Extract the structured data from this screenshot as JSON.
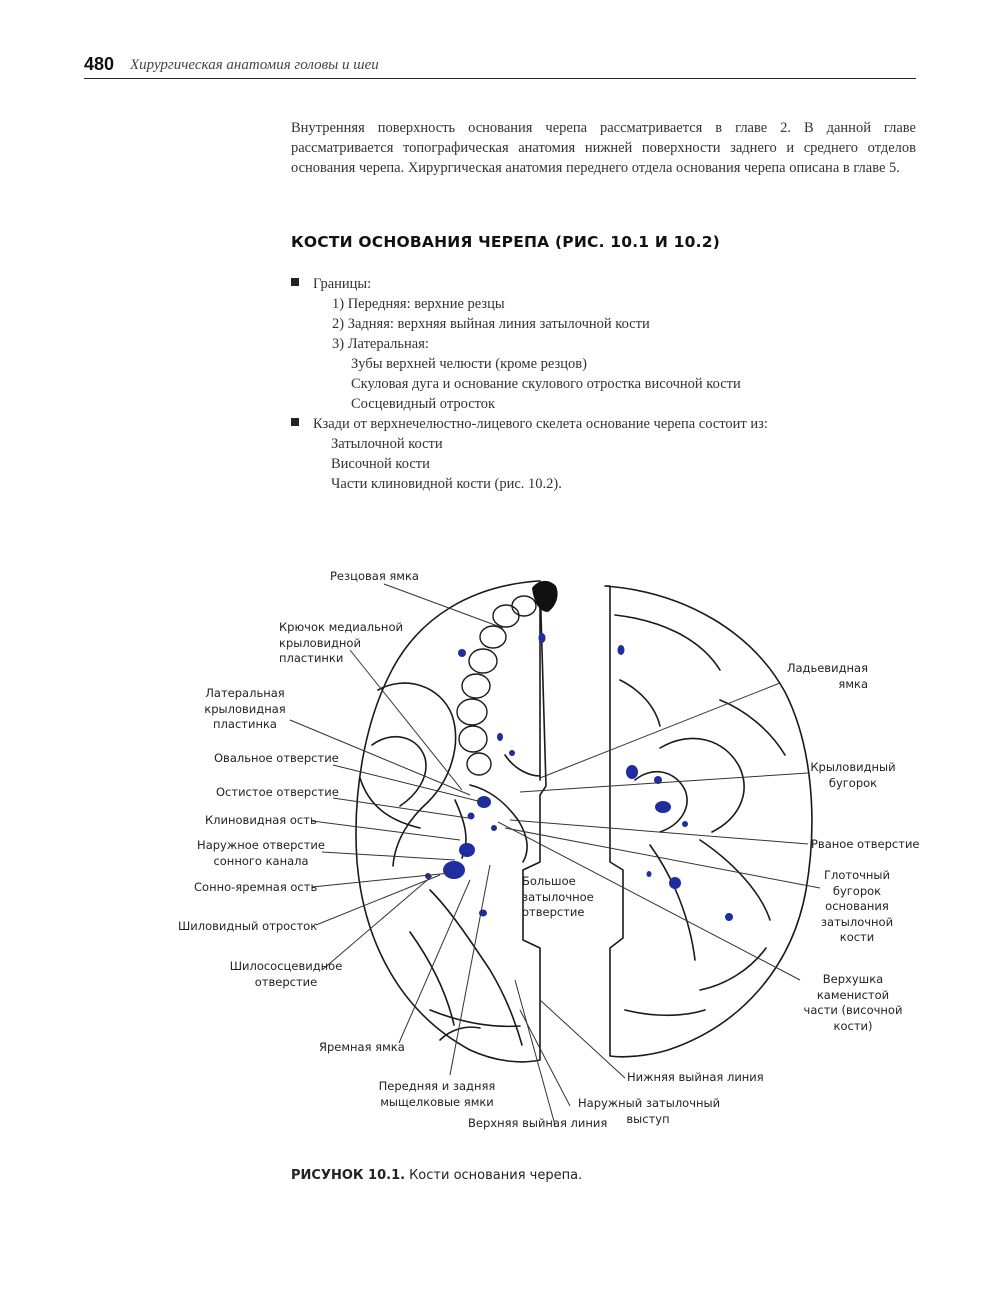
{
  "header": {
    "page_number": "480",
    "running_title": "Хирургическая анатомия головы и шеи"
  },
  "intro": {
    "text": "Внутренняя поверхность основания черепа рассматривается в главе 2. В данной главе рассматривается топографическая анатомия нижней поверхности заднего и среднего отделов основания черепа. Хирургическая анатомия переднего отдела основания черепа описана в главе 5."
  },
  "section": {
    "heading": "КОСТИ ОСНОВАНИЯ ЧЕРЕПА (РИС. 10.1 И 10.2)"
  },
  "list": {
    "boundaries_label": "Границы:",
    "boundaries": [
      "1) Передняя: верхние резцы",
      "2) Задняя: верхняя выйная линия затылочной кости",
      "3) Латеральная:"
    ],
    "lateral_items": [
      "Зубы верхней челюсти (кроме резцов)",
      "Скуловая дуга и основание скулового отростка височной кости",
      "Сосцевидный отросток"
    ],
    "composition_label": "Кзади от верхнечелюстно-лицевого скелета основание черепа состоит из:",
    "composition_items": [
      "Затылочной кости",
      "Височной кости",
      "Части клиновидной кости (рис. 10.2)."
    ]
  },
  "figure": {
    "highlight_color": "#1f2e9e",
    "labels": {
      "incisive_fossa": "Резцовая ямка",
      "medial_pterygoid_hamulus": "Крючок медиальной\nкрыловидной\nпластинки",
      "lateral_pterygoid_plate": "Латеральная\nкрыловидная\nпластинка",
      "foramen_ovale": "Овальное отверстие",
      "foramen_spinosum": "Остистое отверстие",
      "sphenoid_spine": "Клиновидная ость",
      "carotid_canal_opening": "Наружное отверстие\nсонного канала",
      "caroticojugular_spine": "Сонно-яремная ость",
      "styloid_process": "Шиловидный отросток",
      "stylomastoid_foramen": "Шилососцевидное\nотверстие",
      "jugular_notch": "Яремная ямка",
      "condylar_fossae": "Передняя и задняя\nмыщелковые ямки",
      "superior_nuchal_line": "Верхняя выйная линия",
      "external_occipital_protuberance": "Наружный затылочный\nвыступ",
      "inferior_nuchal_line": "Нижняя выйная линия",
      "foramen_magnum": "Большое\nзатылочное\nотверстие",
      "scaphoid_fossa": "Ладьевидная\nямка",
      "pterygoid_tubercle": "Крыловидный\nбугорок",
      "foramen_lacerum": "Рваное отверстие",
      "pharyngeal_tubercle": "Глоточный\nбугорок\nоснования\nзатылочной\nкости",
      "petrous_apex": "Верхушка\nкаменистой\nчасти (височной\nкости)"
    }
  },
  "caption": {
    "label": "РИСУНОК 10.1.",
    "text": "Кости основания черепа."
  }
}
